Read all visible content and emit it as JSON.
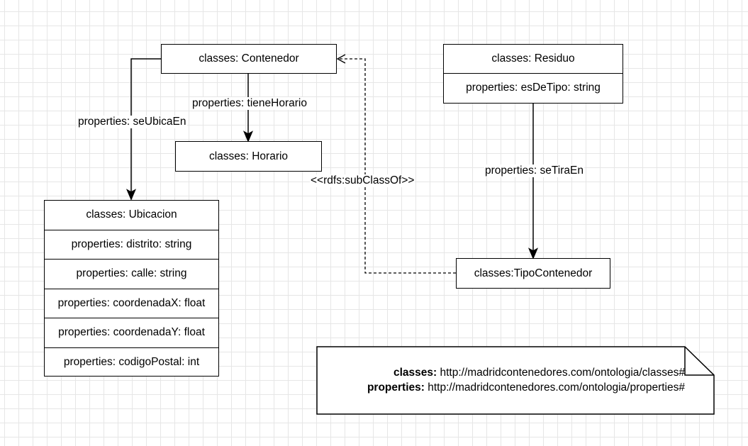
{
  "nodes": {
    "contenedor": "classes: Contenedor",
    "horario": "classes: Horario",
    "residuo": {
      "title": "classes: Residuo",
      "property": "properties: esDeTipo: string"
    },
    "tipo_contenedor": "classes:TipoContenedor",
    "ubicacion": {
      "title": "classes: Ubicacion",
      "properties": [
        "properties: distrito: string",
        "properties: calle: string",
        "properties: coordenadaX: float",
        "properties: coordenadaY: float",
        "properties: codigoPostal: int"
      ]
    }
  },
  "edges": {
    "se_ubica_en": "properties: seUbicaEn",
    "tiene_horario": "properties: tieneHorario",
    "se_tira_en": "properties: seTiraEn",
    "subclass_of": "<<rdfs:subClassOf>>"
  },
  "note": {
    "classes_key": "classes:",
    "classes_value": "http://madridcontenedores.com/ontologia/classes#",
    "properties_key": "properties:",
    "properties_value": "http://madridcontenedores.com/ontologia/properties#"
  }
}
